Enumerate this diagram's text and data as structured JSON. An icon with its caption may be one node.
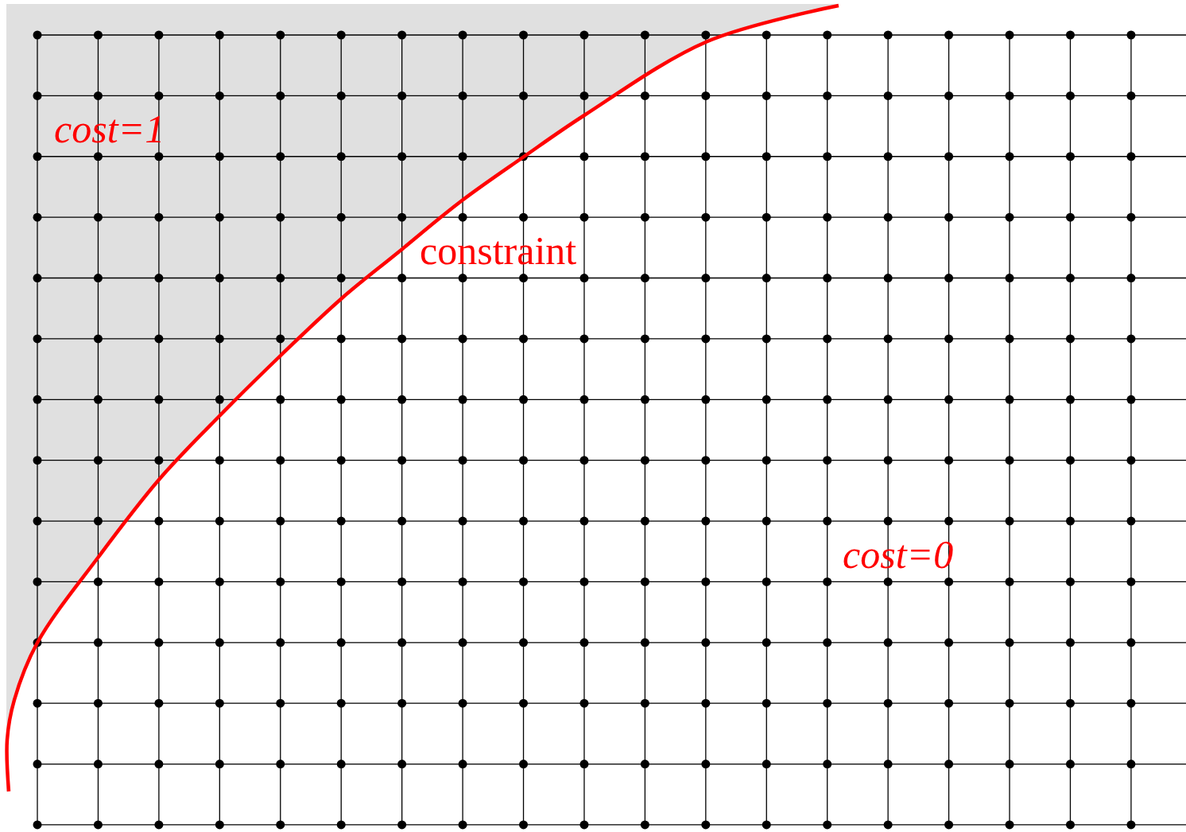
{
  "diagram": {
    "labels": [
      "cost=1",
      "constraint",
      "cost=0"
    ]
  }
}
